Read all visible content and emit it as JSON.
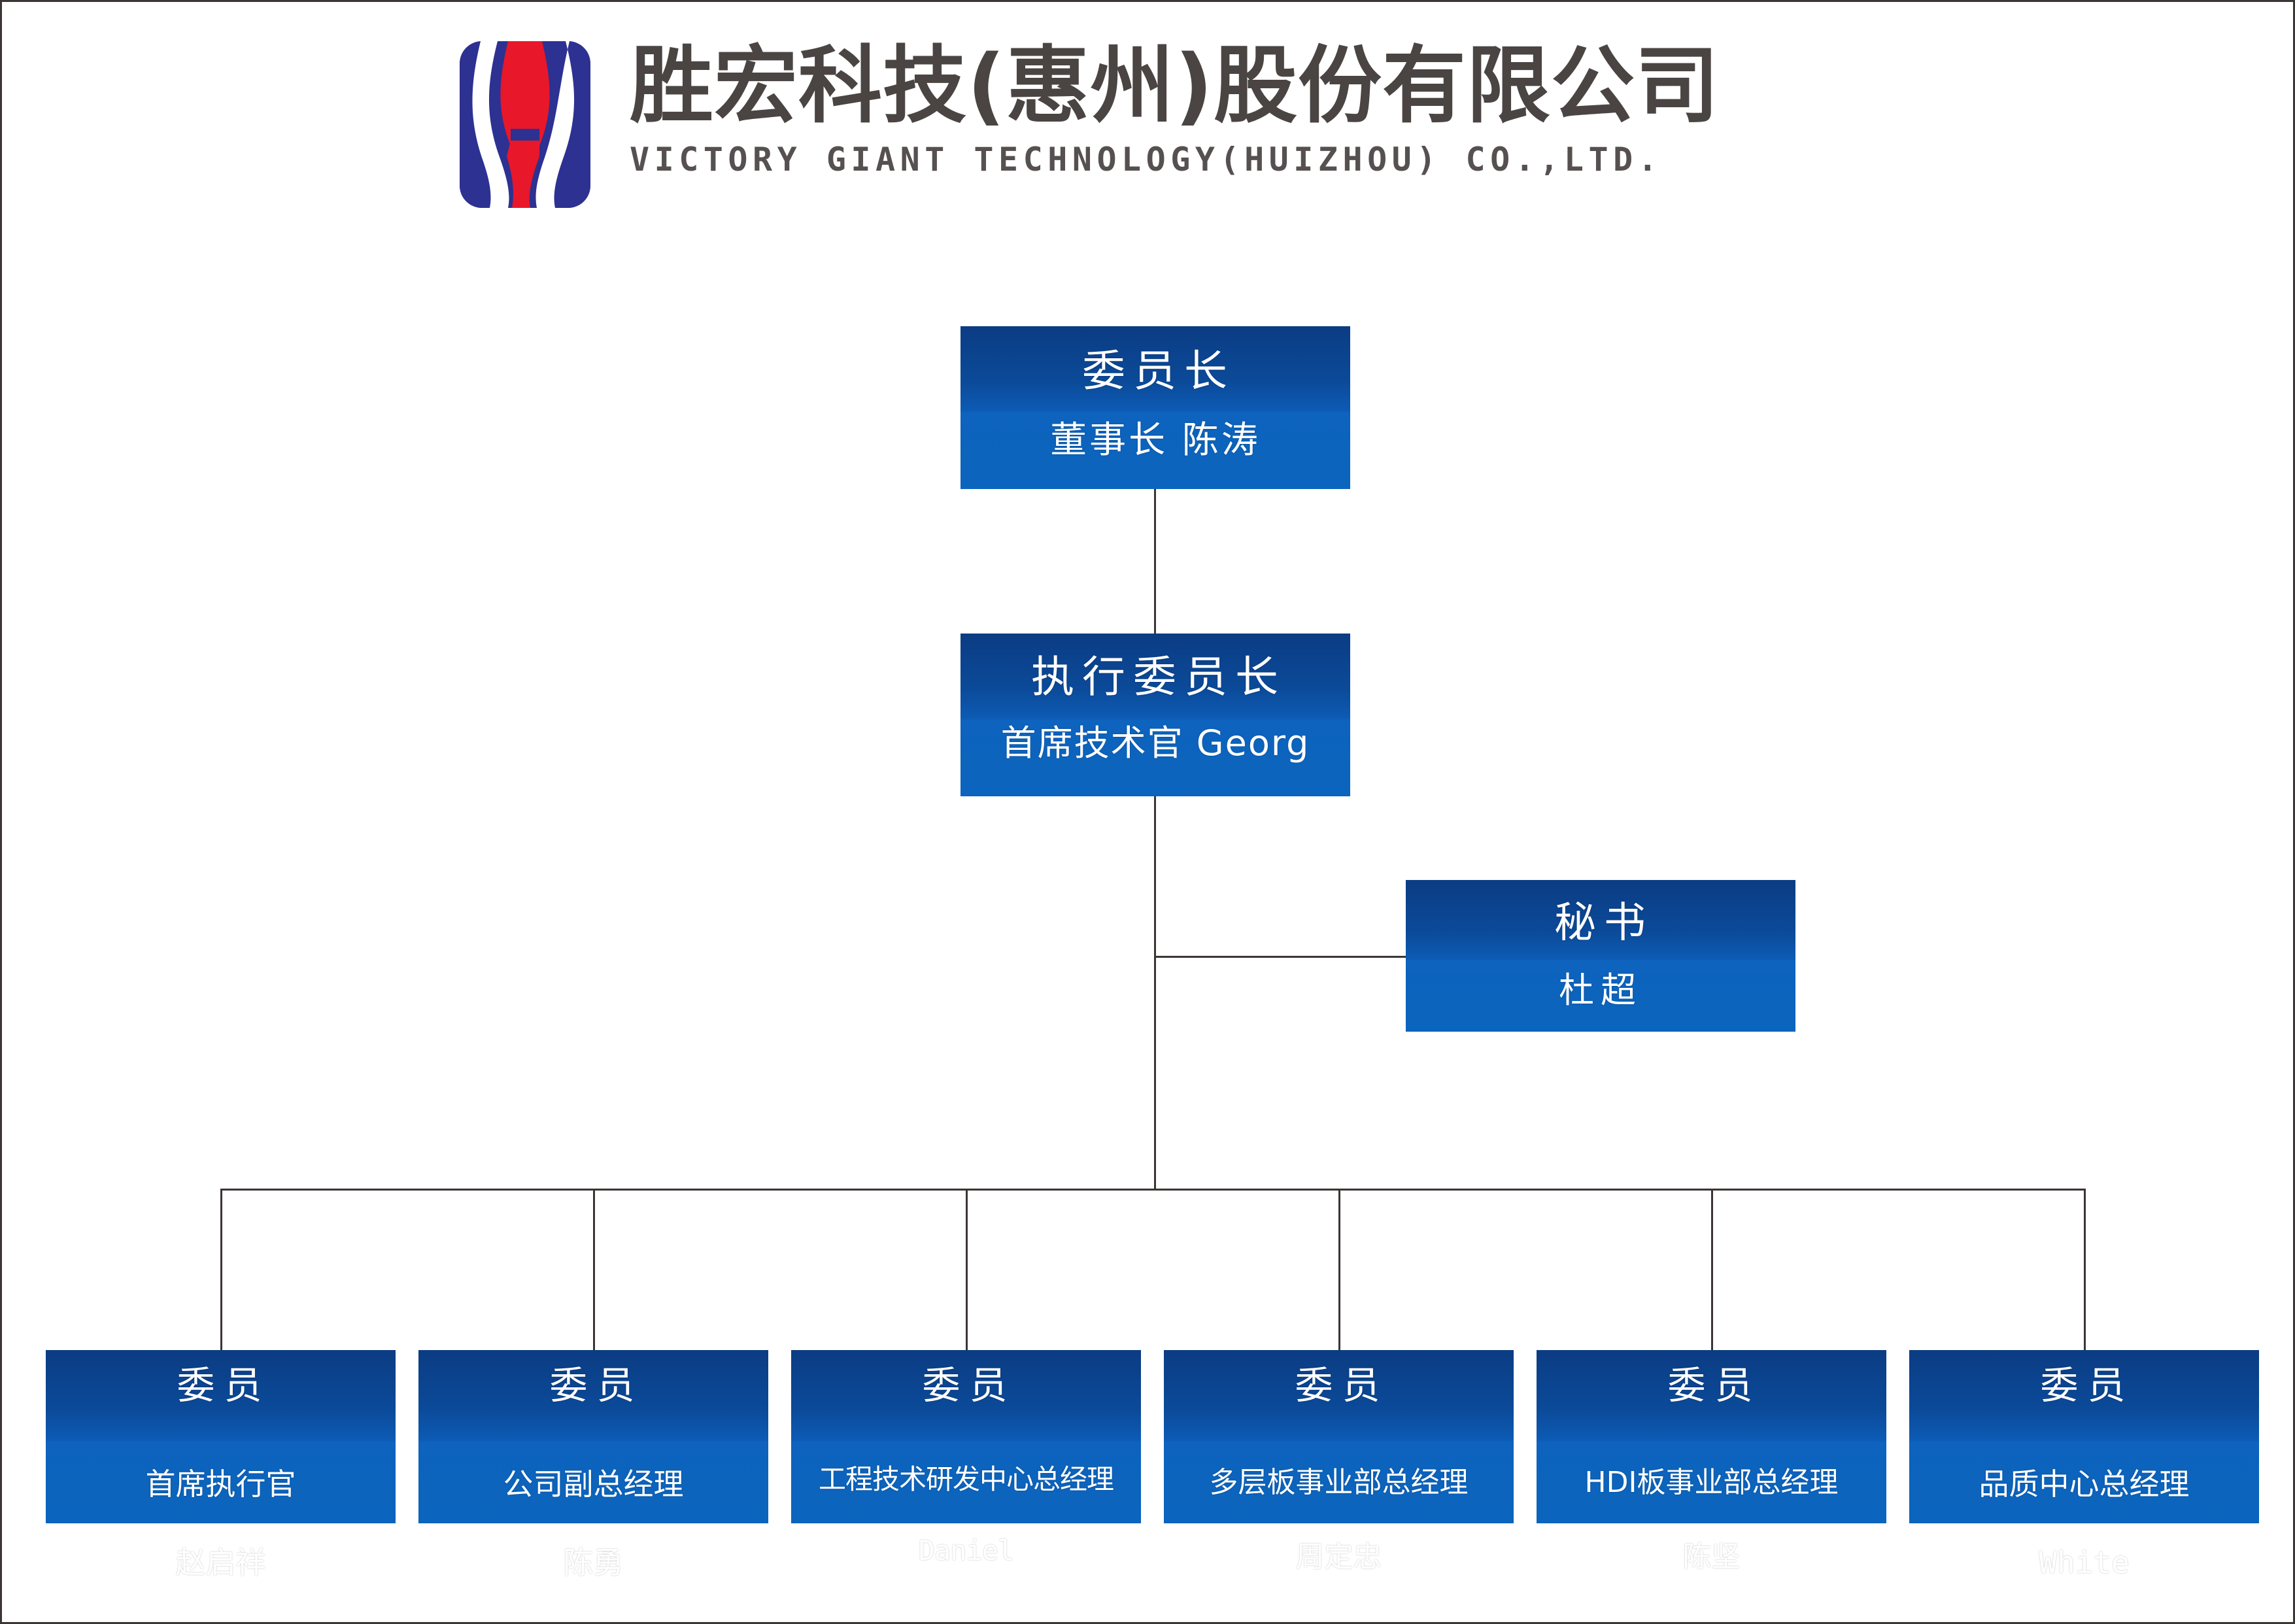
{
  "header": {
    "logo_icon": "victory-giant-s-logo",
    "company_name_cn": "胜宏科技(惠州)股份有限公司",
    "company_name_en": "VICTORY GIANT TECHNOLOGY(HUIZHOU) CO.,LTD.",
    "colors": {
      "logo_blue": "#2d3191",
      "logo_red": "#e8172a",
      "title_gray": "#4a4543"
    }
  },
  "chart_data": {
    "type": "org-chart",
    "title": "",
    "node_colors": {
      "box_gradient_top": "#0b3c83",
      "box_gradient_bottom": "#0b64bd",
      "text": "#ffffff",
      "connector": "#3b3533"
    },
    "nodes": {
      "chairman": {
        "role": "委员长",
        "detail": "董事长 陈涛"
      },
      "executive_chairman": {
        "role": "执行委员长",
        "detail": "首席技术官 Georg"
      },
      "secretary": {
        "role": "秘书",
        "detail": "杜超"
      },
      "members": [
        {
          "role": "委员",
          "title": "首席执行官",
          "name": "赵启祥"
        },
        {
          "role": "委员",
          "title": "公司副总经理",
          "name": "陈勇"
        },
        {
          "role": "委员",
          "title": "工程技术研发中心总经理",
          "name": "Daniel"
        },
        {
          "role": "委员",
          "title": "多层板事业部总经理",
          "name": "周定忠"
        },
        {
          "role": "委员",
          "title": "HDI板事业部总经理",
          "name": "陈坚"
        },
        {
          "role": "委员",
          "title": "品质中心总经理",
          "name": "White"
        }
      ]
    },
    "edges": [
      {
        "from": "chairman",
        "to": "executive_chairman"
      },
      {
        "from": "executive_chairman",
        "to": "secretary"
      },
      {
        "from": "executive_chairman",
        "to": "member-1"
      },
      {
        "from": "executive_chairman",
        "to": "member-2"
      },
      {
        "from": "executive_chairman",
        "to": "member-3"
      },
      {
        "from": "executive_chairman",
        "to": "member-4"
      },
      {
        "from": "executive_chairman",
        "to": "member-5"
      },
      {
        "from": "executive_chairman",
        "to": "member-6"
      }
    ]
  }
}
